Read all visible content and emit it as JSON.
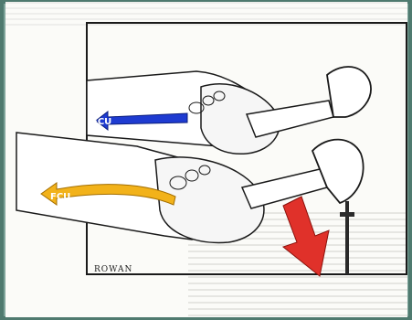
{
  "figure": {
    "labels": {
      "upper_arrow": "FCU",
      "lower_arrow": "FCU",
      "artist_signature": "ROWAN"
    },
    "colors": {
      "background_frame": "#7fa59b",
      "upper_arrow": "#1e3bd1",
      "lower_arrow": "#f2b21a",
      "down_arrow": "#e0312a",
      "ink": "#1a1a1a"
    },
    "icons": {
      "upper_arrow": "left-arrow",
      "lower_arrow": "curved-left-arrow",
      "down_arrow": "down-arrow"
    }
  }
}
